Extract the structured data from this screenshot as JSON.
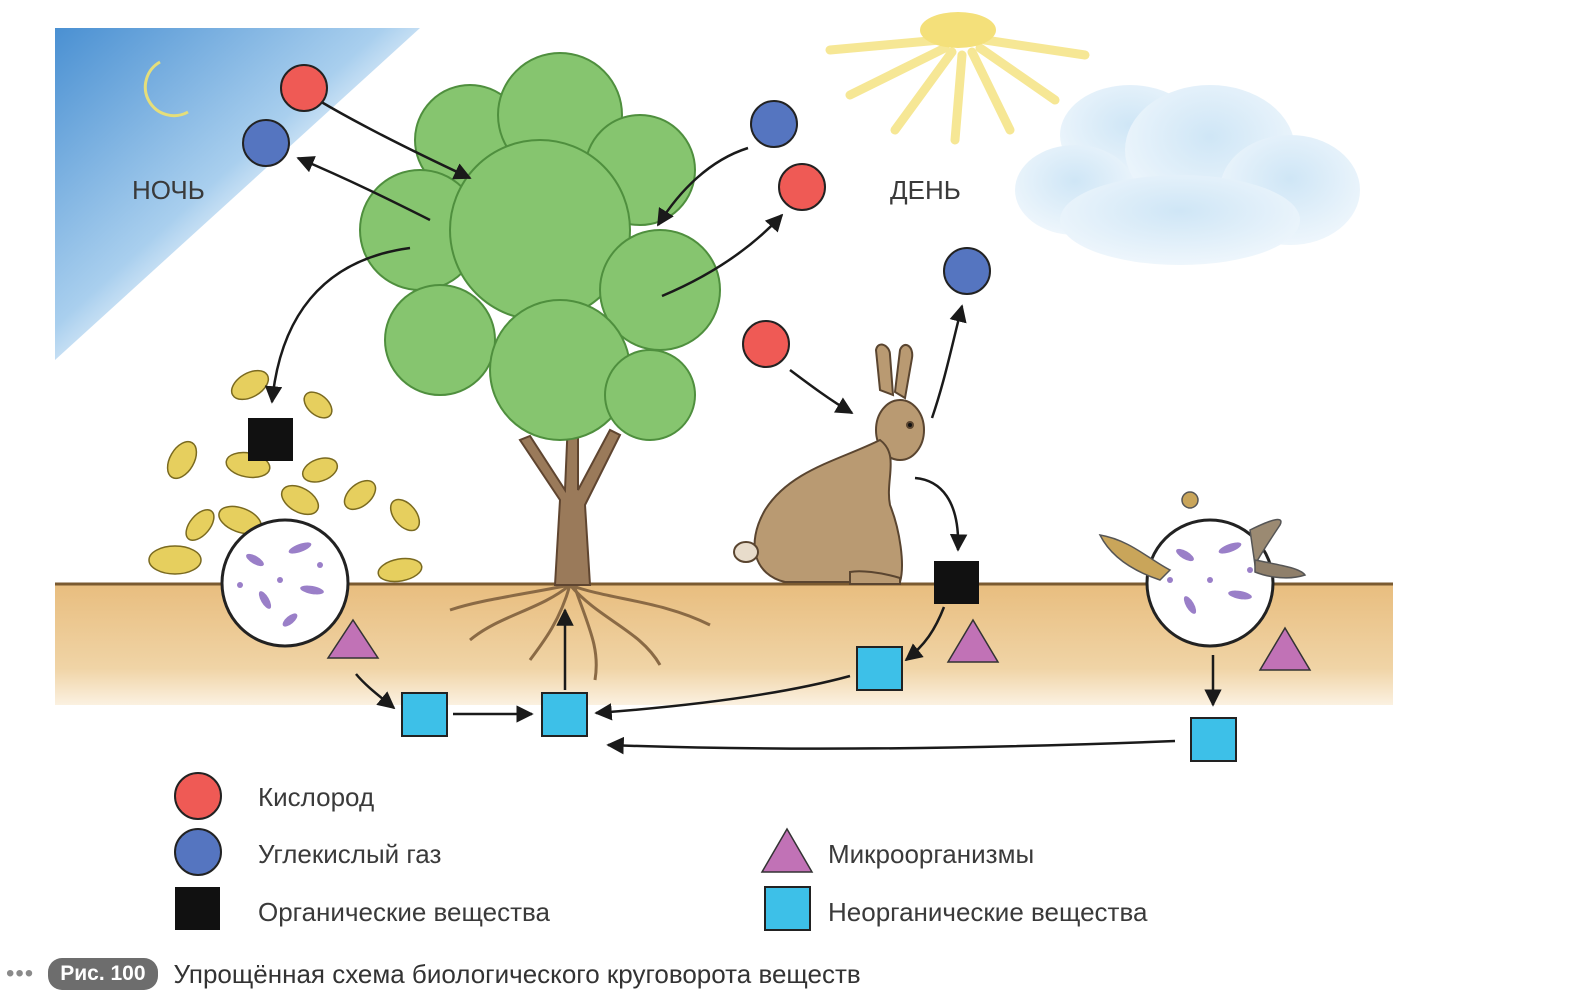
{
  "labels": {
    "night": "НОЧЬ",
    "day": "ДЕНЬ"
  },
  "legend": {
    "oxygen": "Кислород",
    "co2": "Углекислый газ",
    "organic": "Органические вещества",
    "microorganisms": "Микроорганизмы",
    "inorganic": "Неорганические вещества"
  },
  "caption": {
    "dots": "•••",
    "figure": "Рис. 100",
    "text": "Упрощённая схема биологического круговорота веществ"
  },
  "colors": {
    "oxygen": "#ef5a55",
    "co2": "#5575c0",
    "organic": "#111111",
    "microorganisms": "#c172b6",
    "inorganic": "#3dc0e8",
    "soil": "#ecc58a",
    "tree": "#84c56f",
    "sky_night": "#5c9fd6",
    "sun": "#f4e07a"
  }
}
